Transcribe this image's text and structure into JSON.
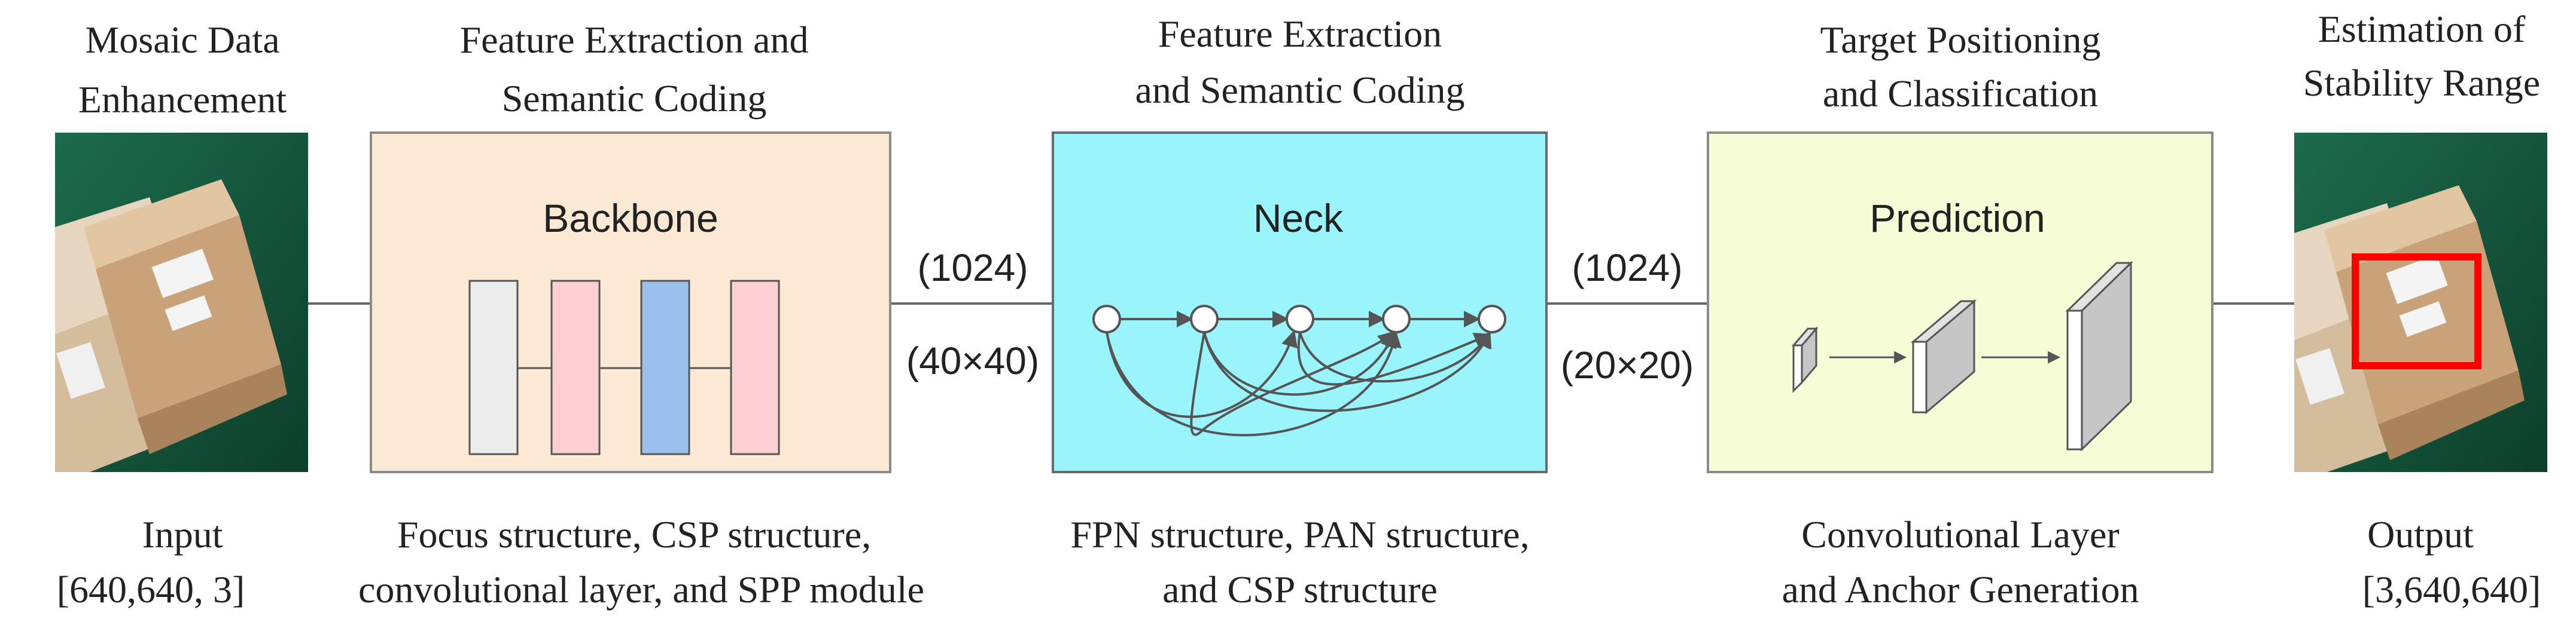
{
  "input": {
    "heading": [
      "Mosaic Data",
      "Enhancement"
    ],
    "caption": [
      "Input",
      "[640,640, 3]"
    ]
  },
  "backbone": {
    "heading": [
      "Feature Extraction and",
      "Semantic Coding"
    ],
    "label": "Backbone",
    "caption": [
      "Focus structure, CSP structure,",
      "convolutional layer, and SPP module"
    ],
    "fill": "#fce9d4",
    "block_colors": [
      "#ececec",
      "#fccfd3",
      "#9cc0ee",
      "#fccfd3"
    ]
  },
  "link1": {
    "top": "(1024)",
    "bottom": "(40×40)"
  },
  "neck": {
    "heading": [
      "Feature Extraction",
      "and Semantic Coding"
    ],
    "label": "Neck",
    "caption": [
      "FPN structure, PAN structure,",
      "and CSP structure"
    ],
    "fill": "#99f4fb"
  },
  "link2": {
    "top": "(1024)",
    "bottom": "(20×20)"
  },
  "prediction": {
    "heading": [
      "Target Positioning",
      "and Classification"
    ],
    "label": "Prediction",
    "caption": [
      "Convolutional Layer",
      "and Anchor Generation"
    ],
    "fill": "#f6fcd6"
  },
  "output": {
    "heading": [
      "Estimation of",
      "Stability Range"
    ],
    "caption": [
      "Output",
      "[3,640,640]"
    ],
    "box_color": "#ff0000"
  }
}
